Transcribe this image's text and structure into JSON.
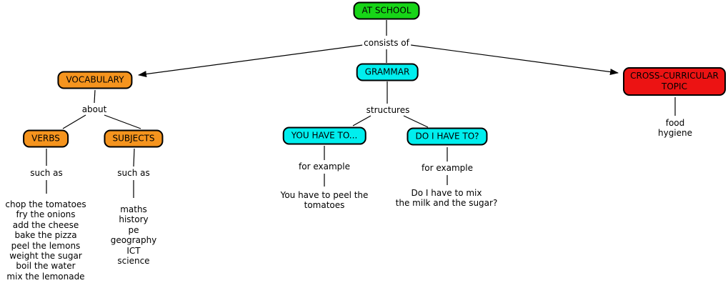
{
  "diagram_title": "AT SCHOOL concept map",
  "nodes": {
    "at_school": {
      "label": "AT SCHOOL",
      "color": "#17d517"
    },
    "vocabulary": {
      "label": "VOCABULARY",
      "color": "#f5941e"
    },
    "grammar": {
      "label": "GRAMMAR",
      "color": "#00eeee"
    },
    "cross_curricular_topic": {
      "label": "CROSS-CURRICULAR TOPIC",
      "color": "#ec1313"
    },
    "verbs": {
      "label": "VERBS",
      "color": "#f5941e"
    },
    "subjects": {
      "label": "SUBJECTS",
      "color": "#f5941e"
    },
    "you_have_to": {
      "label": "YOU HAVE TO...",
      "color": "#00eeee"
    },
    "do_i_have_to": {
      "label": "DO I HAVE TO?",
      "color": "#00eeee"
    }
  },
  "link_labels": {
    "consists_of": "consists of",
    "about": "about",
    "structures": "structures",
    "such_as_verbs": "such as",
    "such_as_subjects": "such as",
    "for_example_you_have_to": "for example",
    "for_example_do_i_have_to": "for example"
  },
  "leaves": {
    "verb_phrases": [
      "chop the tomatoes",
      "fry the onions",
      "add the cheese",
      "bake the pizza",
      "peel the lemons",
      "weight the sugar",
      "boil the water",
      "mix the lemonade"
    ],
    "subject_list": [
      "maths",
      "history",
      "pe",
      "geography",
      "ICT",
      "science"
    ],
    "you_have_to_example": "You have to peel the\ntomatoes",
    "do_i_have_to_example": "Do I have to mix\nthe milk and the sugar?",
    "cross_curricular_example": "food hygiene"
  },
  "colors": {
    "line": "#000000",
    "node_border": "#000000",
    "background": "#ffffff"
  }
}
